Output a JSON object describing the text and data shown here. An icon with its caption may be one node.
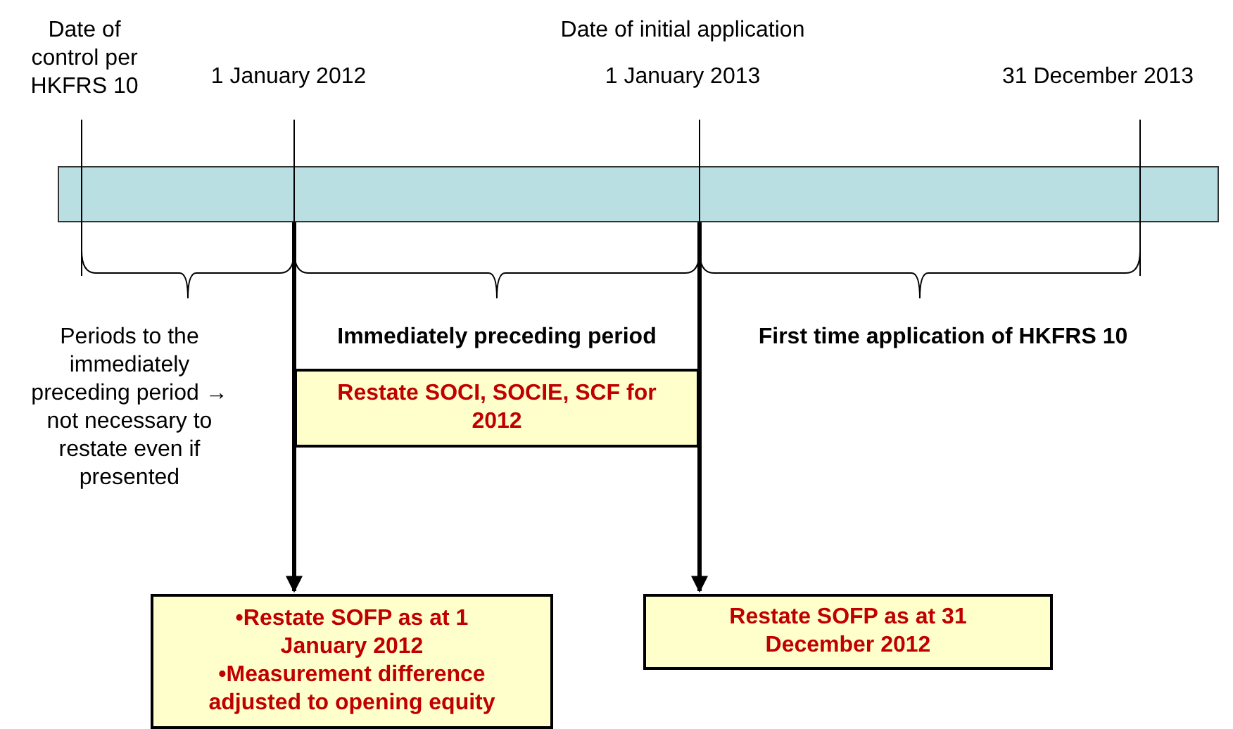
{
  "diagram": {
    "nodes": [
      {
        "text": [],
        "shape": "bar"
      },
      {
        "text": [
          "Restate SOCI, SOCIE, SCF for 2012"
        ]
      },
      {
        "text": [
          "•Restate SOFP as at 1 January 2012",
          "•Measurement difference adjusted to opening equity"
        ]
      },
      {
        "text": [
          "Restate SOFP as at 31 December 2012"
        ]
      }
    ],
    "edges": [
      {
        "from": 0,
        "to": 2,
        "arrow": "to"
      },
      {
        "from": 0,
        "to": 3,
        "arrow": "to"
      }
    ],
    "labels": [
      "Date of control per HKFRS 10",
      "Date of initial application",
      "1 January 2012",
      "1 January 2013",
      "31 December 2013",
      "Periods to the immediately preceding period → not necessary to restate even if presented",
      "Immediately preceding period",
      "First time application of HKFRS 10"
    ]
  }
}
